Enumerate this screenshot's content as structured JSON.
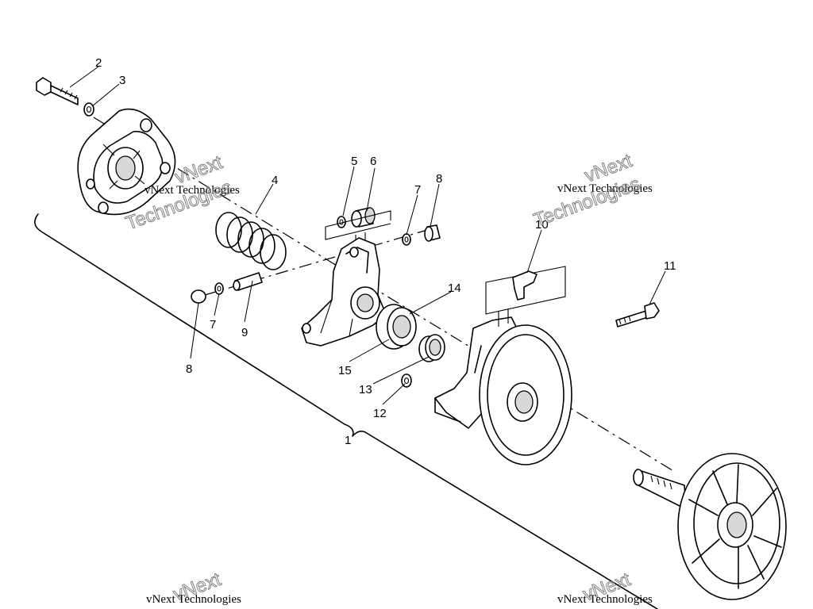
{
  "diagram": {
    "type": "exploded parts diagram",
    "callouts": [
      "1",
      "2",
      "3",
      "4",
      "5",
      "6",
      "7",
      "8",
      "9",
      "10",
      "11",
      "12",
      "13",
      "14",
      "15"
    ],
    "second_callouts": {
      "7b": "7",
      "8b": "8"
    },
    "watermark": {
      "line1": "vNext Technologies",
      "line2": "vNext",
      "line3": "Technologies"
    }
  }
}
